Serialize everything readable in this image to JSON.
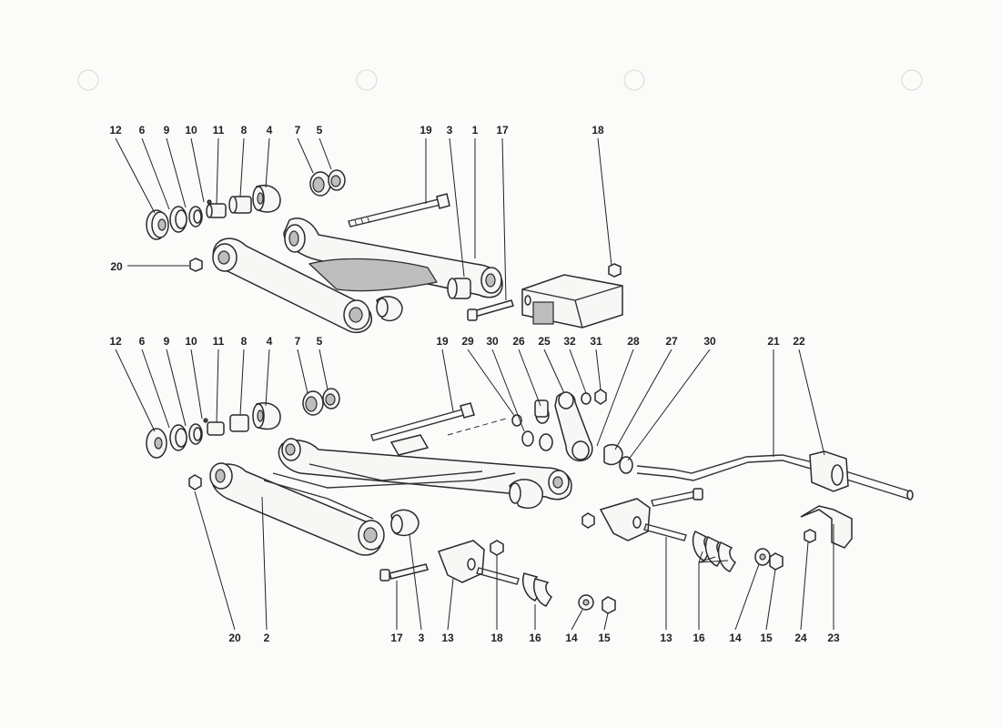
{
  "callouts": {
    "upper": [
      "12",
      "6",
      "9",
      "10",
      "11",
      "8",
      "4",
      "7",
      "5",
      "19",
      "3",
      "1",
      "17",
      "18",
      "20"
    ],
    "lower_top": [
      "12",
      "6",
      "9",
      "10",
      "11",
      "8",
      "4",
      "7",
      "5",
      "19",
      "29",
      "30",
      "26",
      "25",
      "32",
      "31",
      "28",
      "27",
      "30",
      "21",
      "22"
    ],
    "lower_bottom": [
      "20",
      "2",
      "17",
      "3",
      "13",
      "18",
      "16",
      "14",
      "15",
      "13",
      "16",
      "14",
      "15",
      "24",
      "23"
    ]
  }
}
